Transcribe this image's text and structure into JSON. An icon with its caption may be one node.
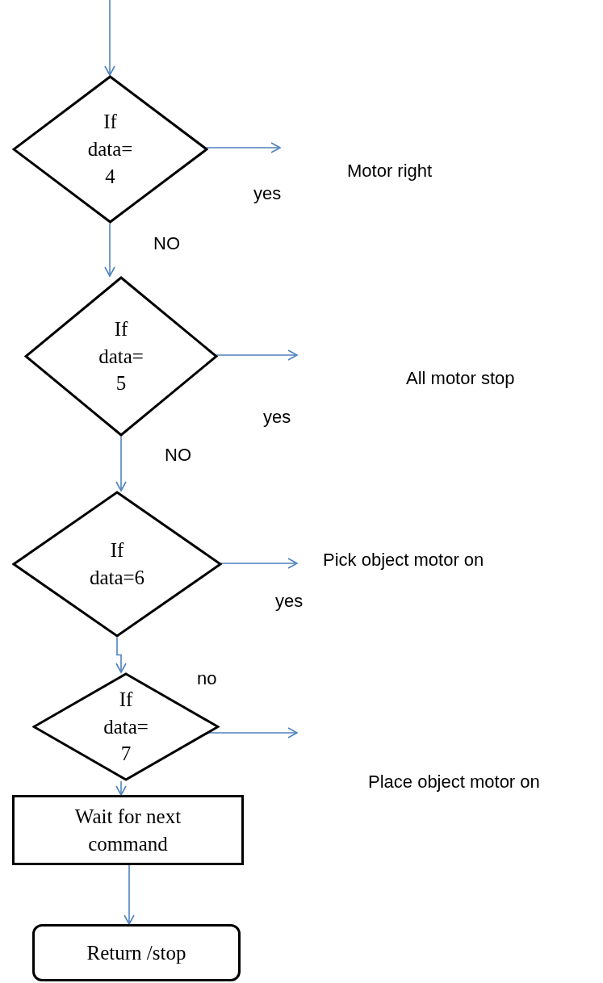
{
  "diagram": {
    "nodes": [
      {
        "text": [
          "If data= 4"
        ]
      },
      {
        "text": [
          "If data= 5"
        ]
      },
      {
        "text": [
          "If data=6"
        ]
      },
      {
        "text": [
          "If data= 7"
        ]
      },
      {
        "text": [
          "Wait for next command"
        ]
      },
      {
        "text": [
          "Return /stop"
        ]
      }
    ],
    "edges": [
      {
        "from": null,
        "to": 0,
        "arrow": "to"
      },
      {
        "from": 0,
        "to": null,
        "arrow": "to",
        "label": "yes"
      },
      {
        "from": 0,
        "to": 1,
        "arrow": "to",
        "label": "NO"
      },
      {
        "from": 1,
        "to": null,
        "arrow": "to",
        "label": "yes"
      },
      {
        "from": 1,
        "to": 2,
        "arrow": "to",
        "label": "NO"
      },
      {
        "from": 2,
        "to": null,
        "arrow": "to",
        "label": "yes"
      },
      {
        "from": 2,
        "to": 3,
        "arrow": "to",
        "label": "no"
      },
      {
        "from": 3,
        "to": null,
        "arrow": "to"
      },
      {
        "from": 3,
        "to": 4,
        "arrow": "to"
      },
      {
        "from": 4,
        "to": 5,
        "arrow": "to"
      }
    ],
    "labels": [
      "Motor right",
      "All motor stop",
      "Pick object motor on",
      "Place object motor on"
    ]
  }
}
